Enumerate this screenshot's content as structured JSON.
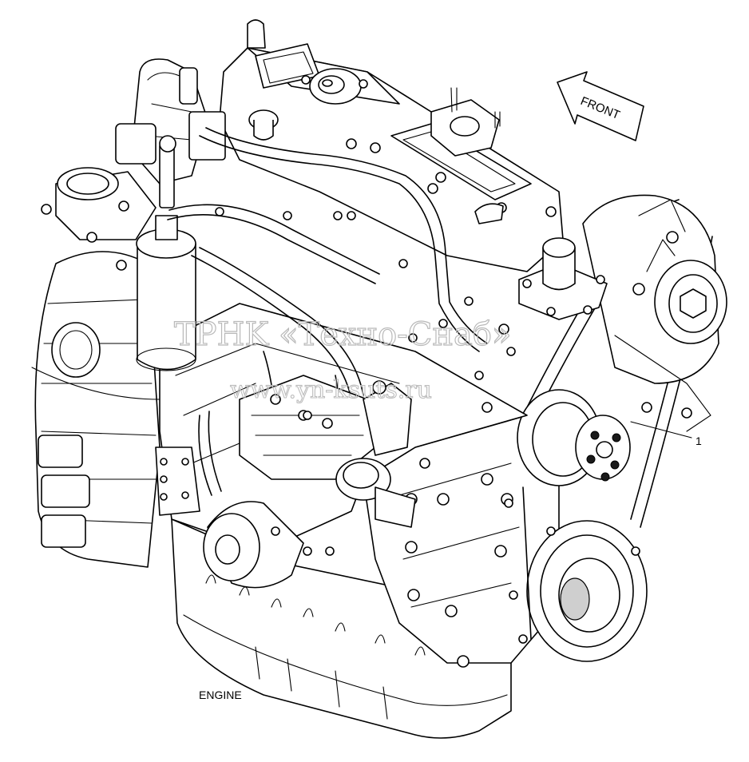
{
  "diagram": {
    "caption": "ENGINE",
    "direction_label": "FRONT",
    "callouts": [
      {
        "number": "1"
      }
    ],
    "watermark": {
      "line1": "TPHK «Техно-Снаб»",
      "line2": "www.yn-ksuts.ru"
    }
  }
}
